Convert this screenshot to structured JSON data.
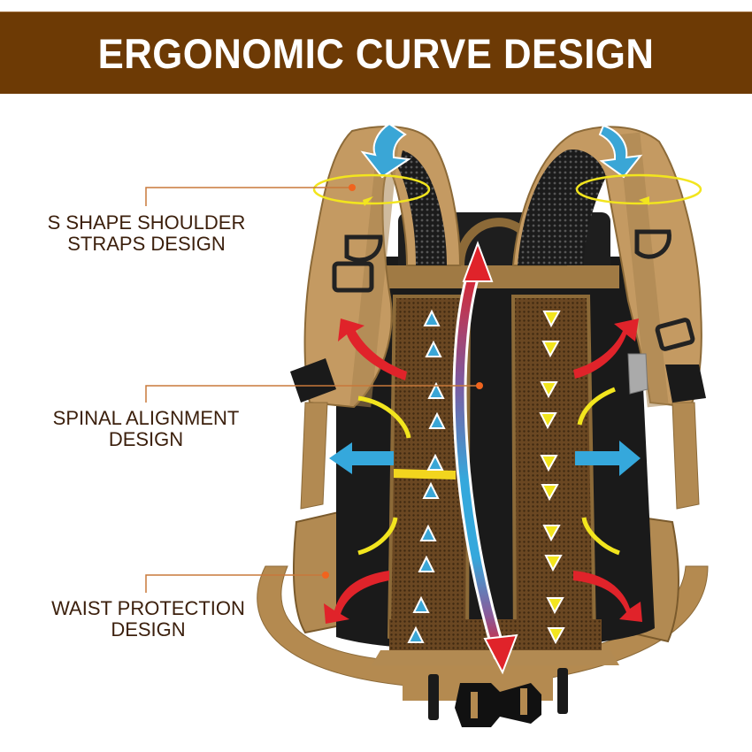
{
  "banner": {
    "title": "ERGONOMIC CURVE DESIGN",
    "background_color": "#6d3a05",
    "text_color": "#ffffff"
  },
  "callouts": [
    {
      "id": "shoulder",
      "line1": "S SHAPE SHOULDER",
      "line2": "STRAPS DESIGN"
    },
    {
      "id": "spine",
      "line1": "SPINAL ALIGNMENT",
      "line2": "DESIGN"
    },
    {
      "id": "waist",
      "line1": "WAIST PROTECTION",
      "line2": "DESIGN"
    }
  ],
  "colors": {
    "leader_line": "#c8783a",
    "leader_dot": "#f0641e",
    "label_text": "#3b1f0c",
    "strap_tan": "#c49a62",
    "mesh_brown": "#6b4a24",
    "arrow_blue": "#35a8dc",
    "arrow_red": "#e0232a",
    "arrow_yellow": "#f2e51e"
  },
  "icons": {
    "shoulder_down_arrows": "curved-blue-arrow-icon",
    "rotation_rings": "yellow-ellipse-arrow-icon",
    "spine_arrow": "double-headed-gradient-arrow-icon",
    "up_triangles": "blue-up-triangle-icon",
    "down_triangles": "yellow-down-triangle-icon",
    "airflow_arrows": "red-curved-arrow-icon",
    "side_arrows": "blue-horizontal-arrow-icon",
    "buckle": "waist-buckle-icon"
  }
}
